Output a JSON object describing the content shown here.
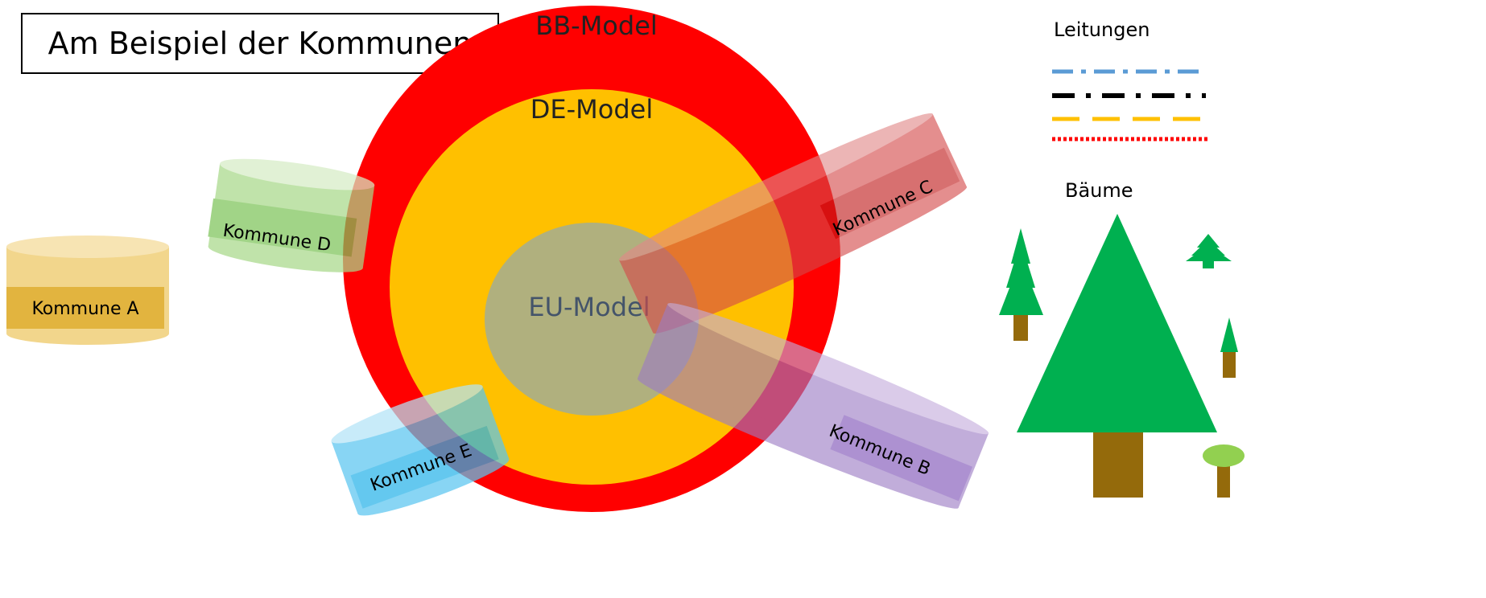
{
  "title": "Am Beispiel der Kommunen",
  "models": {
    "bb": "BB-Model",
    "de": "DE-Model",
    "eu": "EU-Model"
  },
  "kommunen": {
    "a": "Kommune A",
    "b": "Kommune B",
    "c": "Kommune C",
    "d": "Kommune D",
    "e": "Kommune E"
  },
  "legend": {
    "leitungen": "Leitungen",
    "baeume": "Bäume",
    "line_colors": [
      "#5b9bd5",
      "#000000",
      "#ffc000",
      "#ff0000"
    ]
  },
  "colors": {
    "bb": "#ff0000",
    "de": "#ffc000",
    "eu": "#b0b07e",
    "tree": "#00b050",
    "trunk": "#946a0b"
  }
}
